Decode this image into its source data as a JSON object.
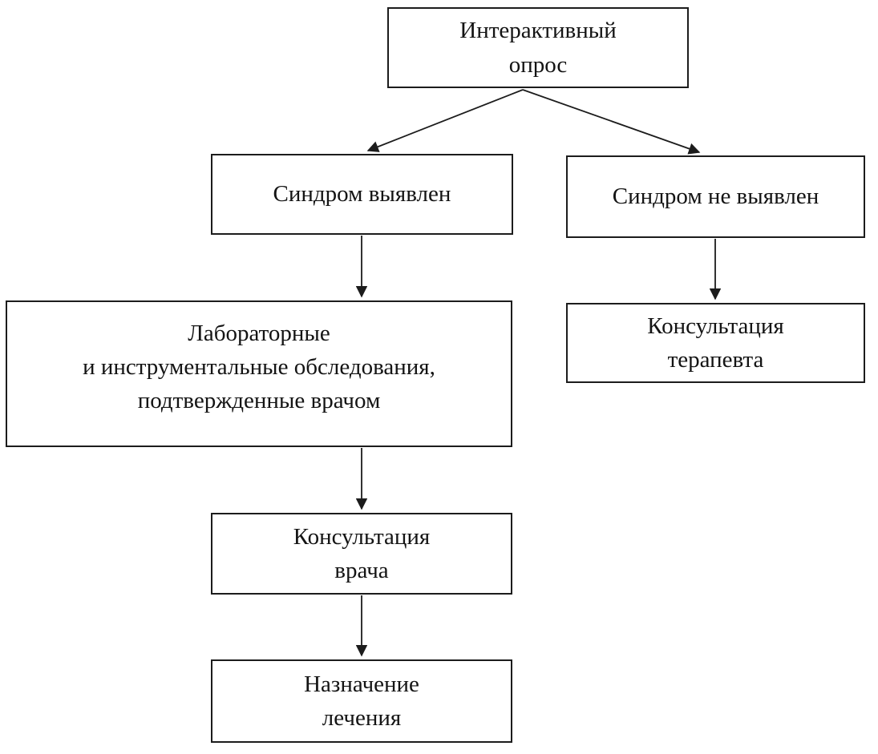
{
  "diagram": {
    "title": "Medical interactive survey decision flowchart",
    "background_color": "#ffffff",
    "line_color": "#1c1c1c",
    "nodes": {
      "survey": {
        "label": "Интерактивный\nопрос"
      },
      "syndrome_detected": {
        "label": "Синдром выявлен"
      },
      "syndrome_not_detected": {
        "label": "Синдром не выявлен"
      },
      "lab_exams": {
        "label": "Лабораторные\nи инструментальные обследования,\nподтвержденные врачом"
      },
      "therapist_consult": {
        "label": "Консультация\nтерапевта"
      },
      "doctor_consult": {
        "label": "Консультация\nврача"
      },
      "treatment": {
        "label": "Назначение\nлечения"
      }
    },
    "edges": [
      {
        "from": "survey",
        "to": "syndrome_detected"
      },
      {
        "from": "survey",
        "to": "syndrome_not_detected"
      },
      {
        "from": "syndrome_detected",
        "to": "lab_exams"
      },
      {
        "from": "syndrome_not_detected",
        "to": "therapist_consult"
      },
      {
        "from": "lab_exams",
        "to": "doctor_consult"
      },
      {
        "from": "doctor_consult",
        "to": "treatment"
      }
    ]
  }
}
